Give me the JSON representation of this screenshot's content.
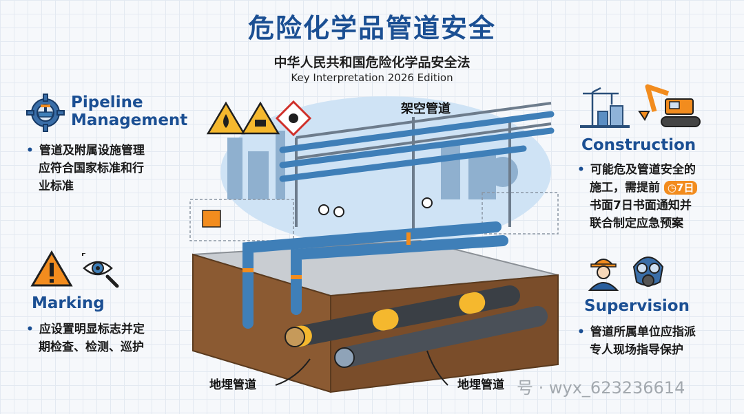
{
  "header": {
    "title": "危险化学品管道安全",
    "subtitle": "中华人民共和国危险化学品安全法",
    "edition": "Key Interpretation 2026 Edition"
  },
  "sections": {
    "pipeline": {
      "title_line1": "Pipeline",
      "title_line2": "Management",
      "bullet_lines": [
        "管道及附属设施管理",
        "应符合国家标准和行",
        "业标准"
      ]
    },
    "marking": {
      "title": "Marking",
      "bullet_lines": [
        "应设置明显标志并定",
        "期检查、检测、巡护"
      ]
    },
    "construction": {
      "title": "Construction",
      "bullet_line1": "可能危及管道安全的",
      "bullet_line2": "施工，需提前",
      "badge": "7日",
      "bullet_line3": "书面7日书面通知并",
      "bullet_line4": "联合制定应急预案"
    },
    "supervision": {
      "title": "Supervision",
      "bullet_lines": [
        "管道所属单位应指派",
        "专人现场指导保护"
      ]
    }
  },
  "labels": {
    "overhead": "架空管道",
    "buried_left": "地埋管道",
    "buried_right": "地埋管道"
  },
  "watermark": "号 · wyx_623236614",
  "colors": {
    "brand": "#1b4f93",
    "pipe": "#3f7fb8",
    "accent": "#f28c1e",
    "warning": "#f5b82e"
  },
  "icons": [
    "gear-valve-icon",
    "warning-triangle-icon",
    "eye-magnifier-icon",
    "crane-icon",
    "excavator-icon",
    "worker-hardhat-icon",
    "gas-mask-icon",
    "clock-icon",
    "flame-warning-icon",
    "corrosive-warning-icon",
    "hazard-diamond-icon"
  ]
}
